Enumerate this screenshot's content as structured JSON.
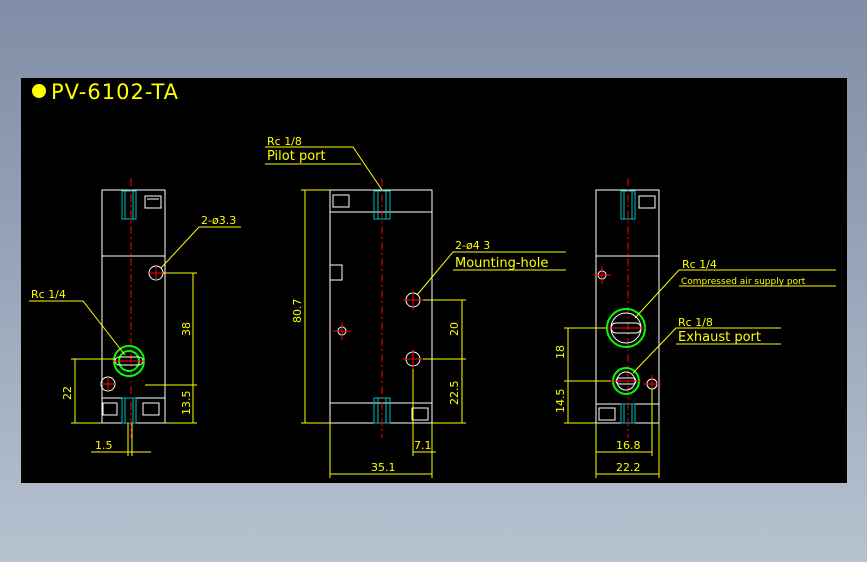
{
  "title": "PV-6102-TA",
  "colors": {
    "background": "#000000",
    "outline": "#ffffff",
    "dimension": "#ffff00",
    "centerline": "#ff0000",
    "thread": "#00c0c0",
    "port_ring": "#00ff00",
    "title_dot": "#ffff00"
  },
  "left_view": {
    "label_holes": "2-ø3.3",
    "label_port": "Rc 1/4",
    "dims": {
      "d38": "38",
      "d22": "22",
      "d13_5": "13.5",
      "d1_5": "1.5"
    }
  },
  "middle_view": {
    "pilot_label_top": "Rc 1/8",
    "pilot_label_bottom": "Pilot port",
    "mount_label_top": "2-ø4 3",
    "mount_label_bottom": "Mounting-hole",
    "dims": {
      "d80_7": "80.7",
      "d20": "20",
      "d22_5": "22.5",
      "d7_1": "7.1",
      "d35_1": "35.1"
    }
  },
  "right_view": {
    "supply_label_top": "Rc 1/4",
    "supply_label_bottom": "Compressed air supply port",
    "exhaust_label_top": "Rc 1/8",
    "exhaust_label_bottom": "Exhaust port",
    "dims": {
      "d18": "18",
      "d14_5": "14.5",
      "d16_8": "16.8",
      "d22_2": "22.2"
    }
  }
}
